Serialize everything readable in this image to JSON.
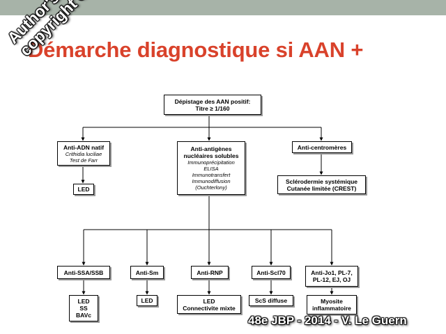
{
  "slide": {
    "title": "Démarche diagnostique si AAN +",
    "watermark_top": [
      "Author's",
      "copyright ©"
    ],
    "watermark_bottom": "48e JBP - 2014 - V. Le Guern"
  },
  "nodes": {
    "root": [
      "Dépistage des AAN positif:",
      "Titre ≥ 1/160"
    ],
    "anti_adn": {
      "bold": [
        "Anti-ADN natif"
      ],
      "italic": [
        "Crithidia luciliae",
        "Test de Farr"
      ]
    },
    "anti_antigenes": {
      "bold": [
        "Anti-antigènes",
        "nucléaires solubles"
      ],
      "italic": [
        "Immunoprécipitation",
        "ELISA",
        "Immunotransfert",
        "Immunodiffusion",
        "(Ouchterlony)"
      ]
    },
    "anti_centromeres": [
      "Anti-centromères"
    ],
    "led_1": [
      "LED"
    ],
    "sclerodermie": [
      "Sclérodermie systémique",
      "Cutanée limitée (CREST)"
    ],
    "anti_ssa": [
      "Anti-SSA/SSB"
    ],
    "anti_sm": [
      "Anti-Sm"
    ],
    "anti_rnp": [
      "Anti-RNP"
    ],
    "anti_scl70": [
      "Anti-Scl70"
    ],
    "anti_jo1": [
      "Anti-Jo1, PL-7,",
      "PL-12, EJ, OJ"
    ],
    "ssa_result": [
      "LED",
      "SS",
      "BAVc"
    ],
    "sm_result": [
      "LED"
    ],
    "rnp_result": [
      "LED",
      "Connectivite mixte"
    ],
    "scl70_result": [
      "ScS diffuse"
    ],
    "jo1_result": [
      "Myosite",
      "inflammatoire"
    ]
  }
}
